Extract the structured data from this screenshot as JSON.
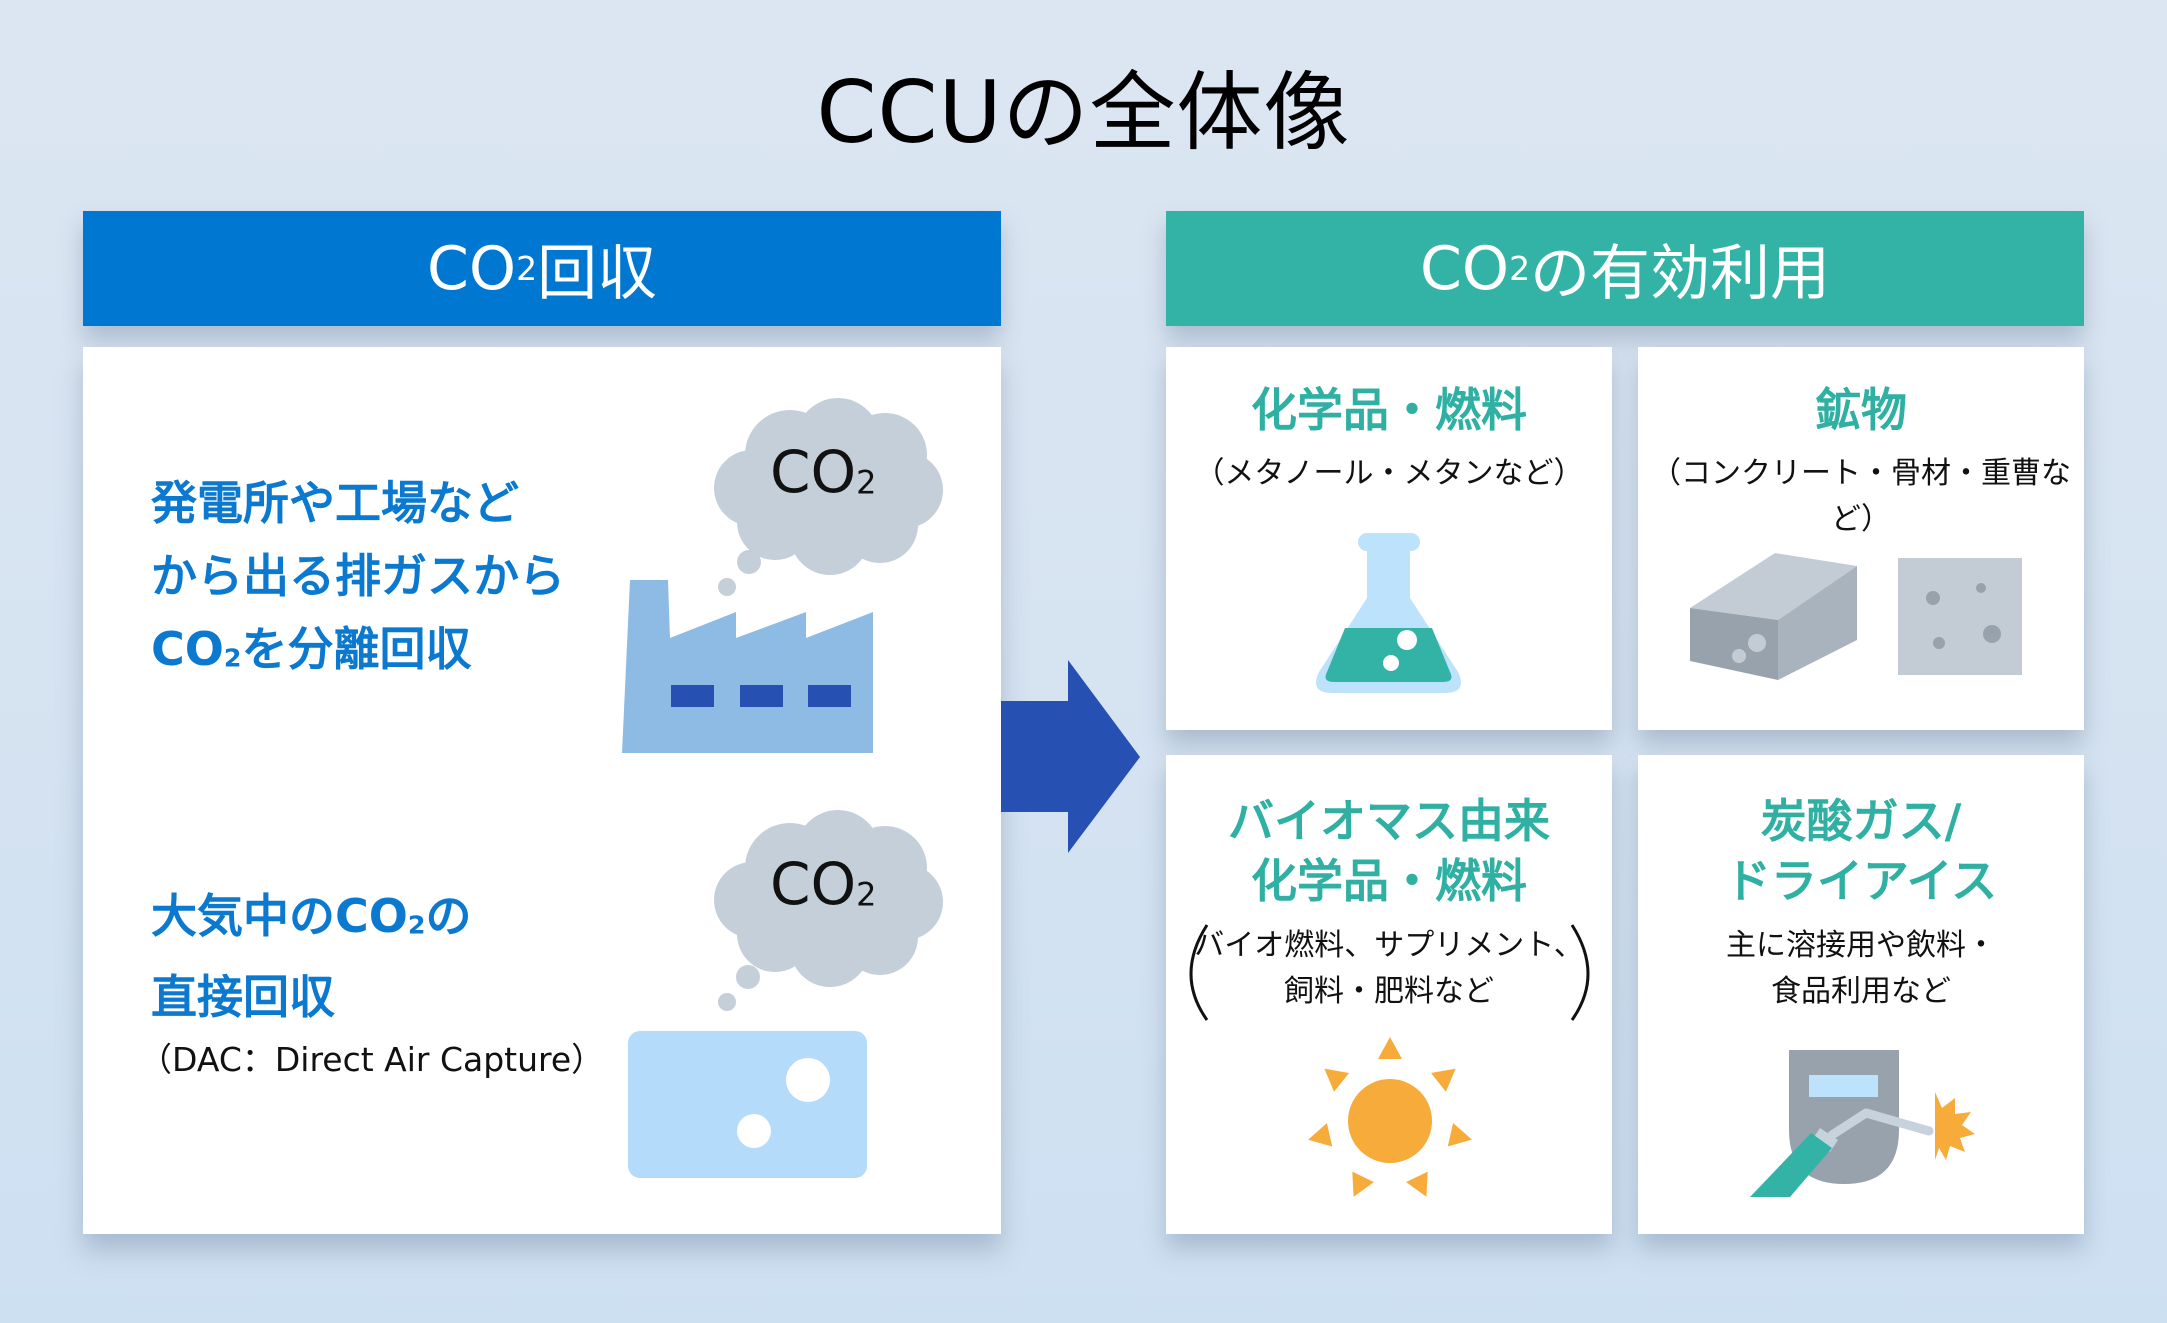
{
  "title": "CCUの全体像",
  "colors": {
    "capture_header": "#0077d0",
    "utilization_header": "#33b3a6",
    "capture_text": "#0a79cf",
    "utilization_text": "#2fb0a3",
    "arrow": "#2651b3"
  },
  "capture": {
    "header_prefix": "CO",
    "header_sub": "2",
    "header_suffix": "回収",
    "item1": {
      "line1": "発電所や工場など",
      "line2": "から出る排ガスから",
      "line3_prefix": "CO",
      "line3_sub": "2",
      "line3_suffix": "を分離回収",
      "icon": "factory-icon",
      "cloud_prefix": "CO",
      "cloud_sub": "2"
    },
    "item2": {
      "line1_prefix": "大気中のCO",
      "line1_sub": "2",
      "line1_suffix": "の",
      "line2": "直接回収",
      "note": "（DAC：Direct Air Capture）",
      "icon": "dac-device-icon",
      "cloud_prefix": "CO",
      "cloud_sub": "2"
    }
  },
  "arrow_icon": "right-arrow-icon",
  "utilization": {
    "header_prefix": "CO",
    "header_sub": "2",
    "header_suffix": "の有効利用",
    "cards": [
      {
        "title": "化学品・燃料",
        "detail": "（メタノール・メタンなど）",
        "icon": "flask-icon"
      },
      {
        "title": "鉱物",
        "detail": "（コンクリート・骨材・重曹など）",
        "icon": "concrete-block-icon"
      },
      {
        "title_line1": "バイオマス由来",
        "title_line2": "化学品・燃料",
        "detail_line1": "バイオ燃料、サプリメント、",
        "detail_line2": "飼料・肥料など",
        "icon": "sun-icon"
      },
      {
        "title_line1": "炭酸ガス/",
        "title_line2": "ドライアイス",
        "detail_line1": "主に溶接用や飲料・",
        "detail_line2": "食品利用など",
        "icon": "welding-icon"
      }
    ]
  }
}
